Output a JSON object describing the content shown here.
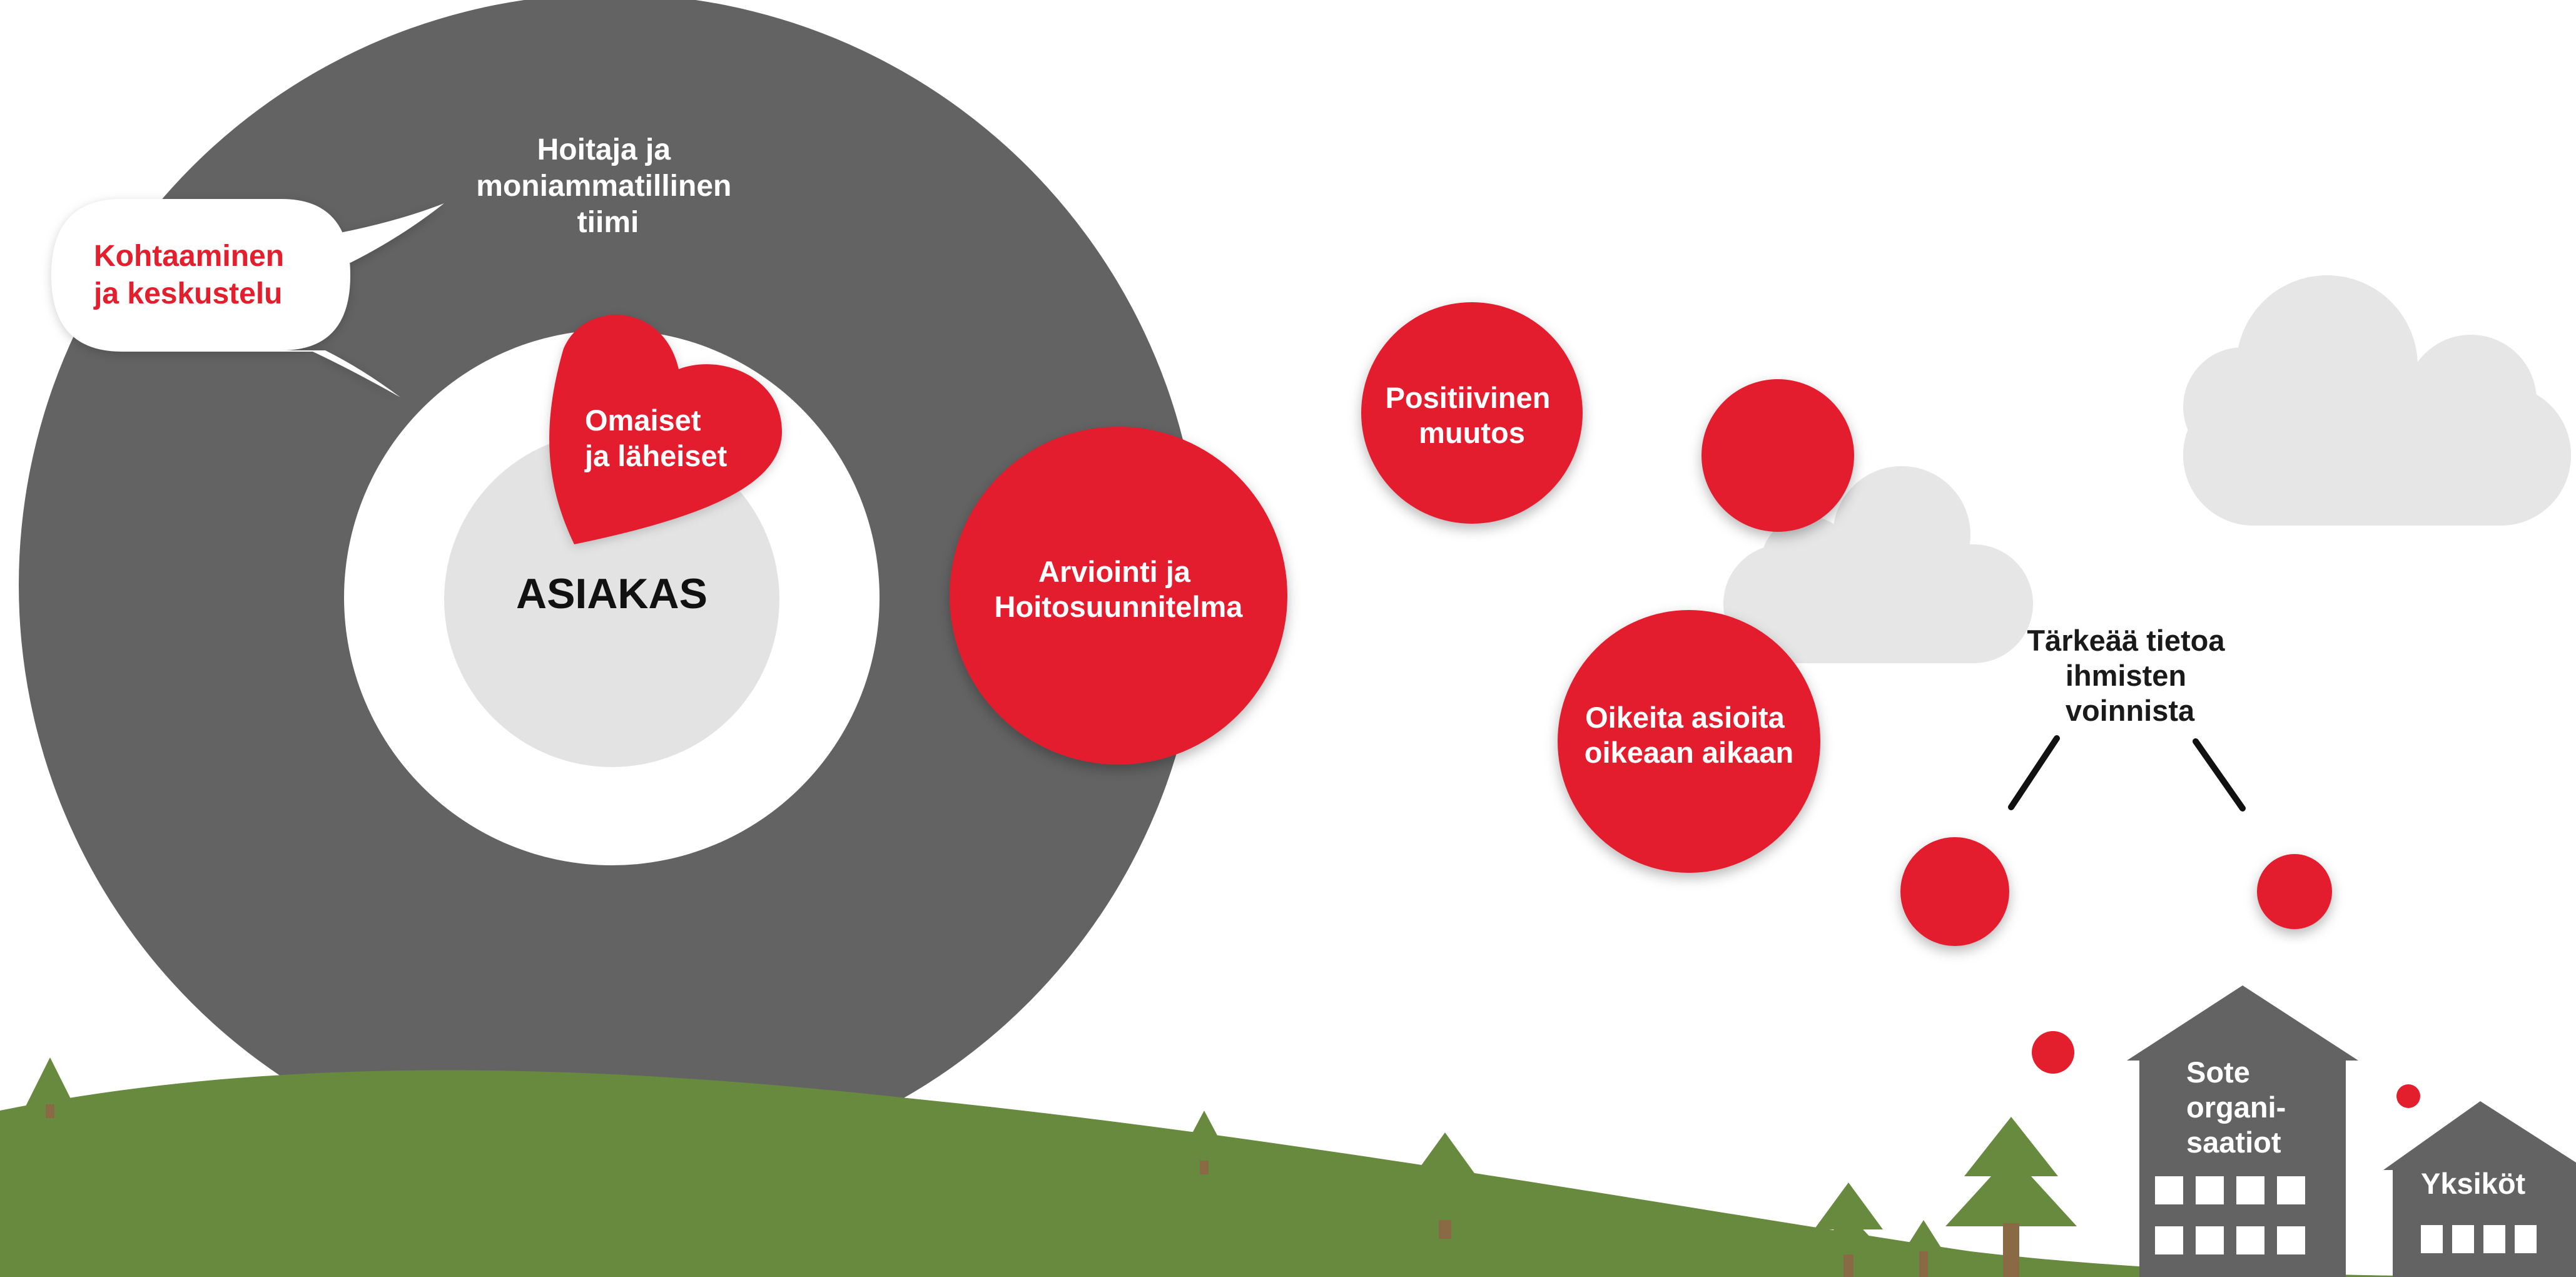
{
  "diagram": {
    "team_ring": {
      "label_lines": [
        "Hoitaja ja",
        "moniammatillinen",
        "tiimi"
      ]
    },
    "speech_bubble": {
      "label_lines": [
        "Kohtaaminen",
        "ja keskustelu"
      ]
    },
    "heart": {
      "label_lines": [
        "Omaiset",
        "ja läheiset"
      ]
    },
    "center": {
      "label": "ASIAKAS"
    },
    "bubbles": {
      "assessment": [
        "Arviointi ja",
        "Hoitosuunnitelma"
      ],
      "positive_change": [
        "Positiivinen",
        "muutos"
      ],
      "right_things": [
        "Oikeita asioita",
        "oikeaan aikaan"
      ]
    },
    "info_label": [
      "Tärkeää tietoa",
      "ihmisten",
      "voinnista"
    ],
    "buildings": {
      "sote": [
        "Sote",
        "organi-",
        "saatiot"
      ],
      "units": "Yksiköt"
    },
    "colors": {
      "red": "#e31e2d",
      "dark_gray": "#636363",
      "light_gray": "#e3e3e3",
      "cloud": "#e6e6e6",
      "green": "#678a3f",
      "white": "#ffffff"
    }
  }
}
